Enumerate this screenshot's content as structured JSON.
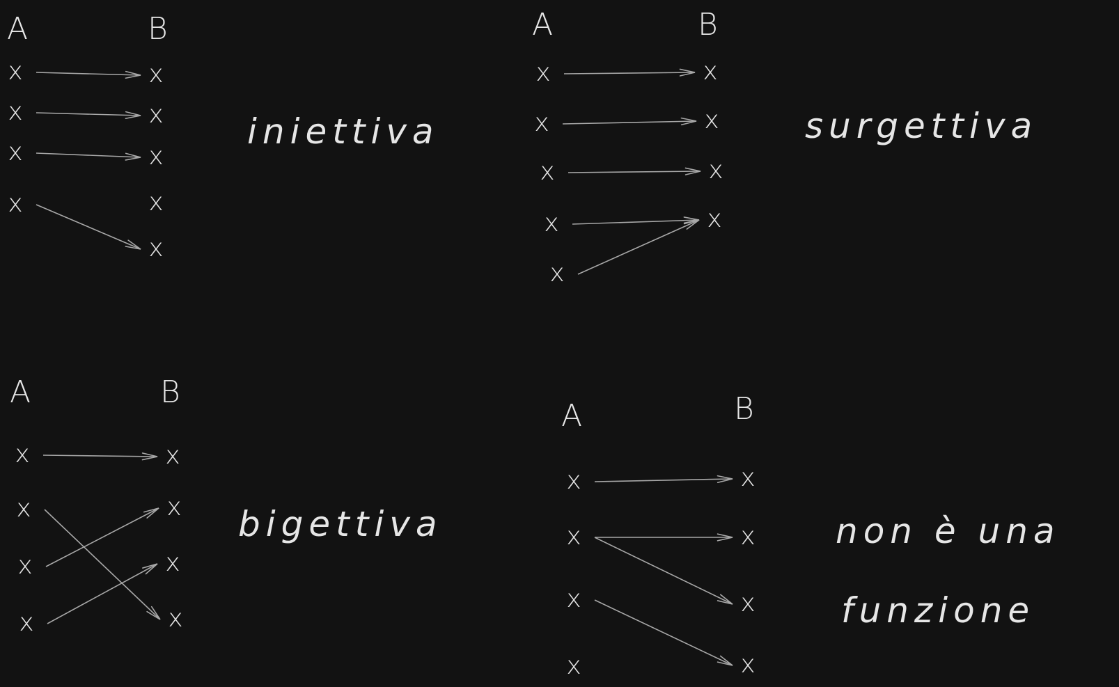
{
  "colors": {
    "background": "#121212",
    "ink": "#e6e6e6",
    "arrow": "#a8a8a8"
  },
  "diagrams": [
    {
      "id": "iniettiva",
      "domain_label": "A",
      "codomain_label": "B",
      "mark": "x",
      "caption": "iniettiva",
      "domain_count": 4,
      "codomain_count": 5,
      "mapping": [
        [
          0,
          0
        ],
        [
          1,
          1
        ],
        [
          2,
          2
        ],
        [
          3,
          4
        ]
      ]
    },
    {
      "id": "surgettiva",
      "domain_label": "A",
      "codomain_label": "B",
      "mark": "x",
      "caption": "surgettiva",
      "domain_count": 5,
      "codomain_count": 4,
      "mapping": [
        [
          0,
          0
        ],
        [
          1,
          1
        ],
        [
          2,
          2
        ],
        [
          3,
          3
        ],
        [
          4,
          3
        ]
      ]
    },
    {
      "id": "bigettiva",
      "domain_label": "A",
      "codomain_label": "B",
      "mark": "x",
      "caption": "bigettiva",
      "domain_count": 4,
      "codomain_count": 4,
      "mapping": [
        [
          0,
          0
        ],
        [
          1,
          3
        ],
        [
          2,
          1
        ],
        [
          3,
          2
        ]
      ]
    },
    {
      "id": "non-funzione",
      "domain_label": "A",
      "codomain_label": "B",
      "mark": "x",
      "caption": "non è una",
      "caption_line2": "funzione",
      "domain_count": 4,
      "codomain_count": 4,
      "mapping": [
        [
          0,
          0
        ],
        [
          1,
          1
        ],
        [
          1,
          2
        ],
        [
          2,
          3
        ]
      ]
    }
  ]
}
